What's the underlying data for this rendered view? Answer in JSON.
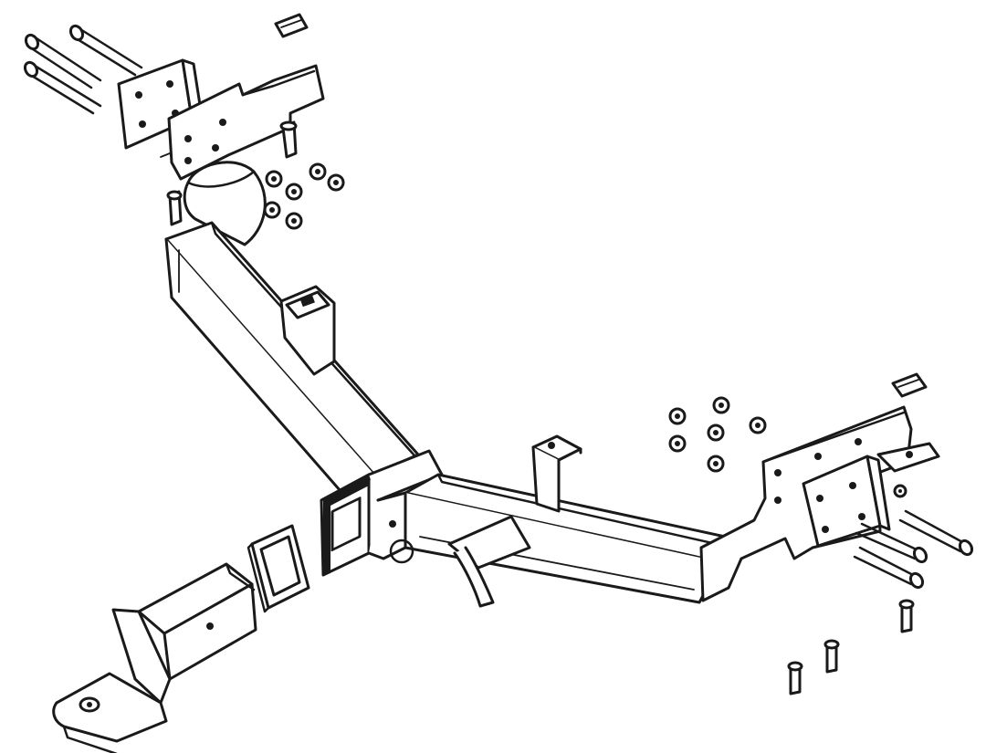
{
  "diagram": {
    "kind": "exploded-assembly-line-drawing",
    "subject_icons": [
      "tow-hitch-receiver",
      "ball-mount",
      "receiver-cover",
      "mounting-bracket",
      "bolt",
      "nut"
    ],
    "colors": {
      "line": "#1a1a1a",
      "background": "#ffffff"
    }
  }
}
